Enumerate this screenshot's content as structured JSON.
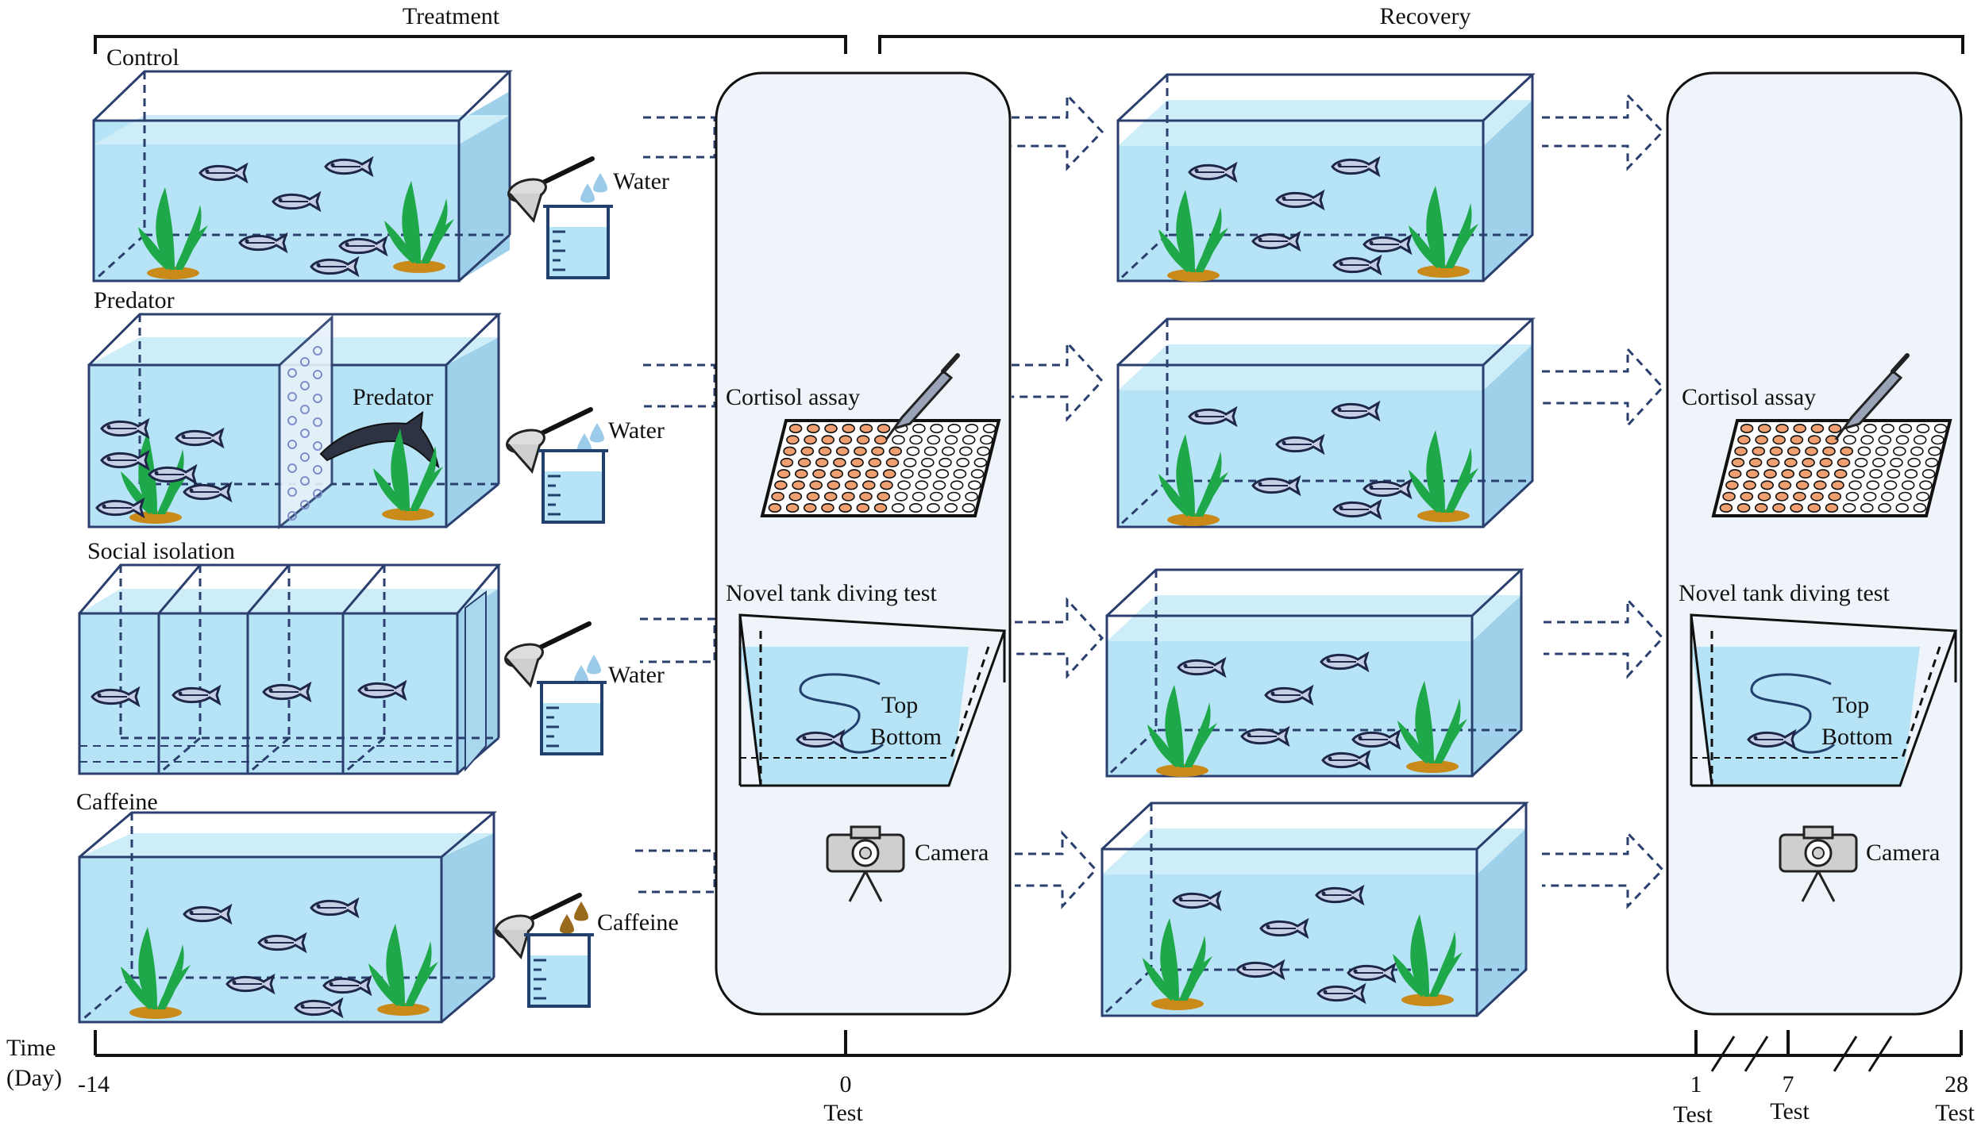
{
  "phases": {
    "treatment": "Treatment",
    "recovery": "Recovery"
  },
  "groups": [
    {
      "name": "Control",
      "liquid": "Water"
    },
    {
      "name": "Predator",
      "liquid": "Water",
      "tag": "Predator"
    },
    {
      "name": "Social isolation",
      "liquid": "Water"
    },
    {
      "name": "Caffeine",
      "liquid": "Caffeine"
    }
  ],
  "assays": {
    "cortisol": "Cortisol assay",
    "ntt": "Novel tank diving test",
    "top": "Top",
    "bottom": "Bottom",
    "camera": "Camera"
  },
  "timeline": {
    "label_line1": "Time",
    "label_line2": "(Day)",
    "days": [
      "-14",
      "0",
      "1",
      "7",
      "28"
    ],
    "test_label": "Test"
  },
  "colors": {
    "water": "#b6e3f5",
    "tank_stroke": "#2a3f6e",
    "plant": "#1fa84a",
    "sand": "#c98a1a",
    "panel_fill": "#eef4f9",
    "arrow": "#2a3f6e",
    "well_filled": "#f0a070"
  }
}
